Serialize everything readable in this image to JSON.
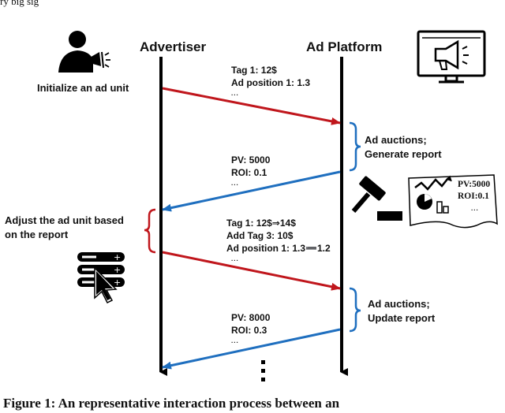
{
  "top_fragment": "ry big sig",
  "lanes": {
    "left": "Advertiser",
    "right": "Ad Platform"
  },
  "advertiser_action_1": "Initialize an ad unit",
  "message_1": {
    "line1": "Tag 1: 12$",
    "line2": "Ad position 1: 1.3",
    "ellipsis": "..."
  },
  "platform_action_1": {
    "line1": "Ad auctions;",
    "line2": "Generate report"
  },
  "message_2": {
    "line1": "PV: 5000",
    "line2": "ROI: 0.1",
    "ellipsis": "..."
  },
  "report_card": {
    "line1": "PV:5000",
    "line2": "ROI:0.1",
    "ellipsis": "..."
  },
  "advertiser_action_2": {
    "line1": "Adjust the ad unit based",
    "line2": "on the report"
  },
  "message_3": {
    "line1": "Tag 1: 12$⇒14$",
    "line2": "Add Tag 3: 10$",
    "line3": "Ad position 1: 1.3➖1.2",
    "ellipsis": "..."
  },
  "platform_action_2": {
    "line1": "Ad auctions;",
    "line2": "Update report"
  },
  "message_4": {
    "line1": "PV: 8000",
    "line2": "ROI: 0.3",
    "ellipsis": "..."
  },
  "caption": "Figure 1: An representative interaction process between an",
  "colors": {
    "request_arrow": "#c0161c",
    "response_arrow": "#1f6fbf",
    "bracket": "#1f6fbf",
    "bracket_left": "#c0161c"
  }
}
